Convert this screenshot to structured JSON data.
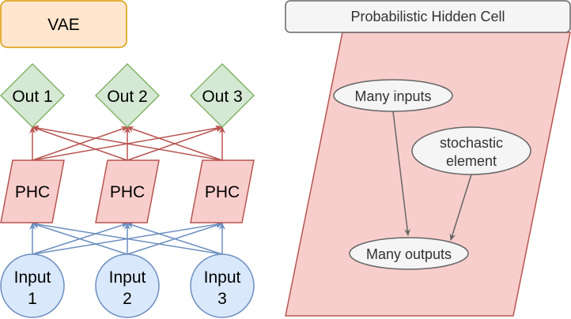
{
  "vae": {
    "label": "VAE",
    "fill": "#ffe6cc",
    "stroke": "#d79b00"
  },
  "outputs": [
    {
      "label": "Out 1"
    },
    {
      "label": "Out 2"
    },
    {
      "label": "Out 3"
    }
  ],
  "hidden": [
    {
      "label": "PHC"
    },
    {
      "label": "PHC"
    },
    {
      "label": "PHC"
    }
  ],
  "inputs": [
    {
      "line1": "Input",
      "line2": "1"
    },
    {
      "line1": "Input",
      "line2": "2"
    },
    {
      "line1": "Input",
      "line2": "3"
    }
  ],
  "phc_detail": {
    "title": "Probabilistic Hidden Cell",
    "many_inputs": "Many inputs",
    "stochastic_line1": "stochastic",
    "stochastic_line2": "element",
    "many_outputs": "Many outputs"
  },
  "colors": {
    "output_fill": "#d5e8d4",
    "output_stroke": "#82b366",
    "phc_fill": "#f8cecc",
    "phc_stroke": "#b85450",
    "input_fill": "#dae8fc",
    "input_stroke": "#6c8ebf",
    "gray_fill": "#f5f5f5",
    "gray_stroke": "#666666",
    "gray_text": "#333333"
  }
}
